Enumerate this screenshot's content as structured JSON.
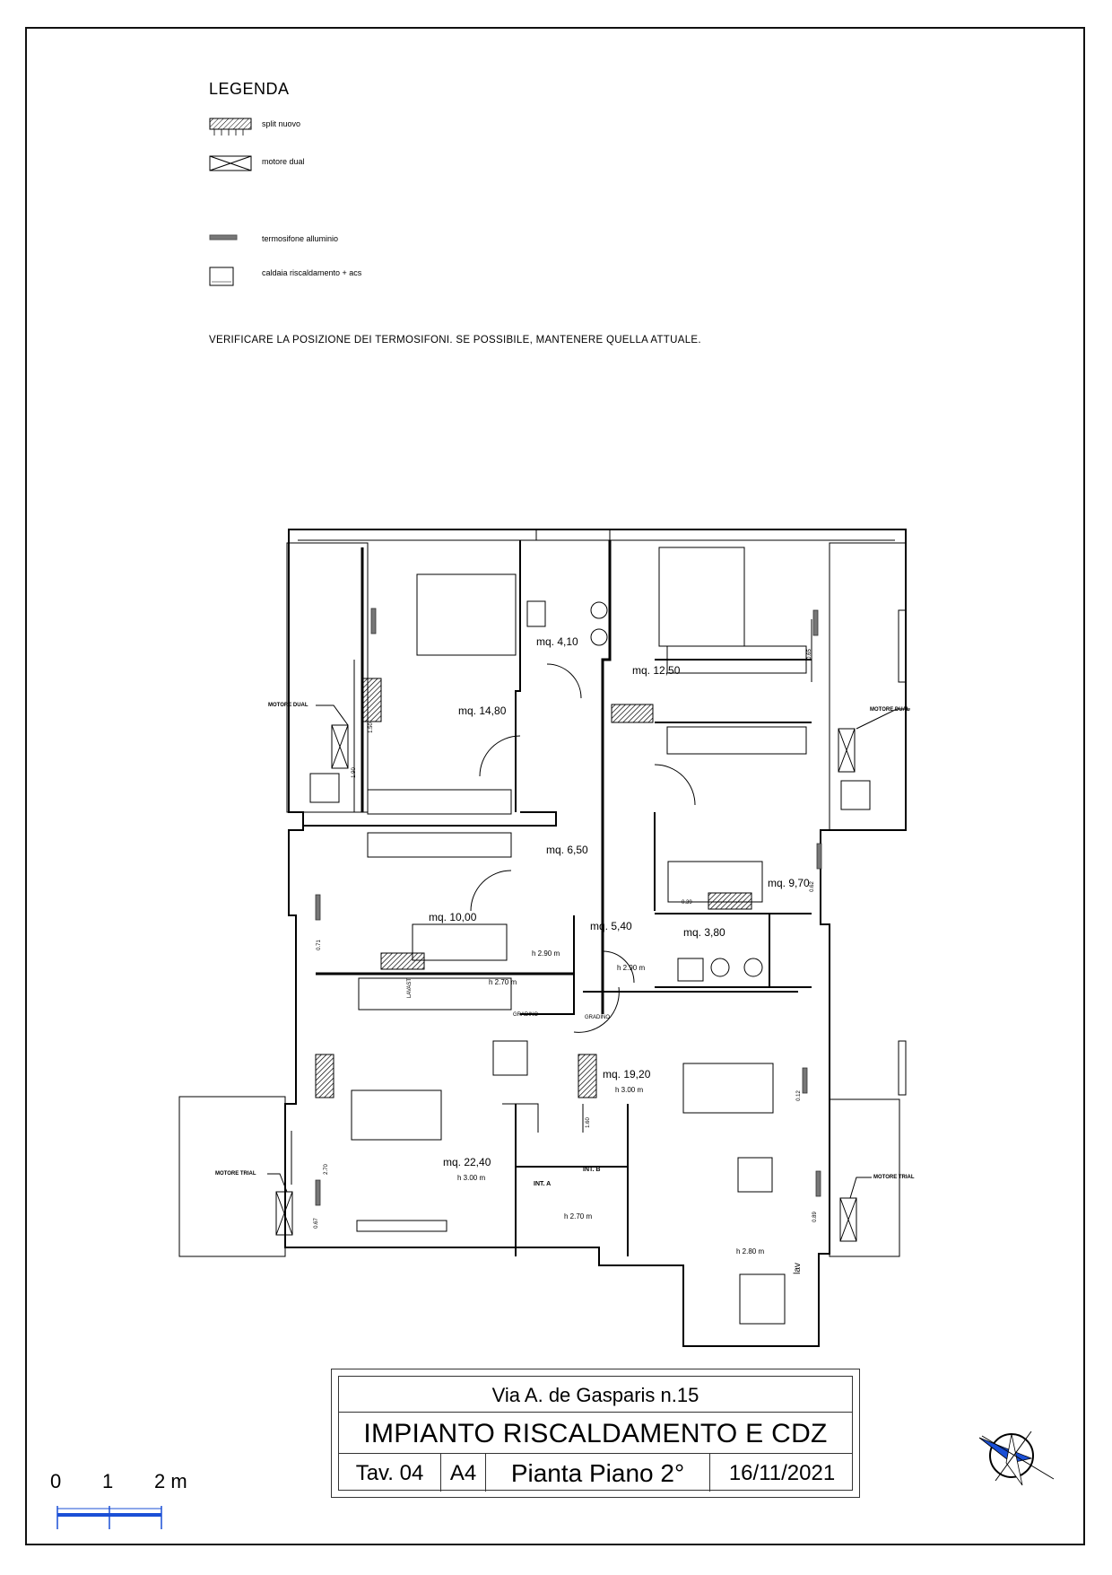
{
  "legend": {
    "title": "LEGENDA",
    "items": [
      {
        "label": "split nuovo",
        "icon": "split-unit-icon"
      },
      {
        "label": "motore dual",
        "icon": "dual-motor-icon"
      },
      {
        "label": "termosifone alluminio",
        "icon": "radiator-icon"
      },
      {
        "label": "caldaia riscaldamento + acs",
        "icon": "boiler-icon"
      }
    ]
  },
  "note": "VERIFICARE LA POSIZIONE DEI TERMOSIFONI. SE POSSIBILE, MANTENERE QUELLA ATTUALE.",
  "plan": {
    "rooms": [
      {
        "area": "mq. 4,10"
      },
      {
        "area": "mq. 12,50"
      },
      {
        "area": "mq. 14,80"
      },
      {
        "area": "mq. 6,50"
      },
      {
        "area": "mq. 9,70"
      },
      {
        "area": "mq. 10,00"
      },
      {
        "area": "mq. 5,40"
      },
      {
        "area": "mq. 3,80"
      },
      {
        "area": "mq. 19,20",
        "height": "h 3.00 m"
      },
      {
        "area": "mq. 22,40",
        "height": "h 3.00 m"
      }
    ],
    "motors": {
      "dual_left": "MOTORE DUAL",
      "dual_right": "MOTORE DUAL",
      "trial_left": "MOTORE TRIAL",
      "trial_right": "MOTORE TRIAL"
    },
    "heights": {
      "h290a": "h 2.90 m",
      "h290b": "h 2.90 m",
      "h270a": "h 2.70 m",
      "h270b": "h 2.70 m",
      "h280": "h 2.80 m"
    },
    "labels": {
      "gradino_left": "GRADINO",
      "gradino_right": "GRADINO",
      "lavast": "LAVAST",
      "int_a": "INT. A",
      "int_b": "INT. B",
      "lav": "lav"
    },
    "dims": {
      "d1": "1.90",
      "d2": "1.50",
      "d3": "0.65",
      "d4": "0.62",
      "d5": "0.39",
      "d6": "0.71",
      "d7": "0.12",
      "d8": "1.60",
      "d9": "2.70",
      "d10": "0.67",
      "d11": "0.89"
    }
  },
  "title_block": {
    "address": "Via A. de Gasparis n.15",
    "project": "IMPIANTO RISCALDAMENTO E CDZ",
    "sheet": "Tav. 04",
    "format": "A4",
    "view": "Pianta Piano 2°",
    "date": "16/11/2021"
  },
  "scale_bar": {
    "labels": [
      "0",
      "1",
      "2 m"
    ]
  },
  "colors": {
    "line": "#000000",
    "scale_bar": "#1a4fd6",
    "compass": "#1a4fd6"
  }
}
